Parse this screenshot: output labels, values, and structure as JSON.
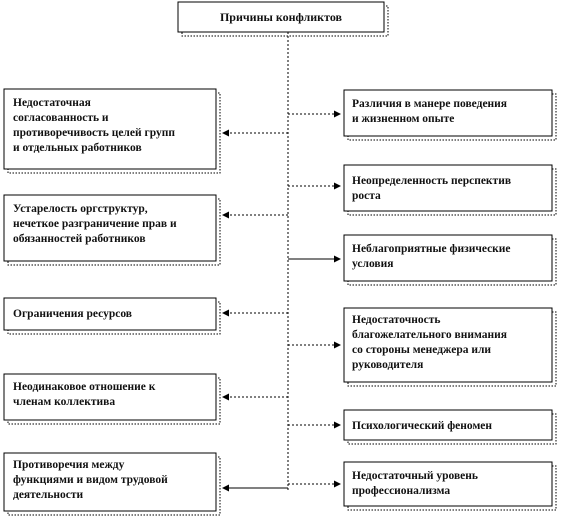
{
  "diagram": {
    "title": "Причины конфликтов",
    "left_nodes": [
      {
        "id": "l1",
        "lines": [
          "Недостаточная",
          "согласованность и",
          "противоречивость целей групп",
          "и отдельных работников"
        ]
      },
      {
        "id": "l2",
        "lines": [
          "Устарелость оргструктур,",
          "нечеткое разграничение прав и",
          "обязанностей работников"
        ]
      },
      {
        "id": "l3",
        "lines": [
          "Ограничения ресурсов"
        ]
      },
      {
        "id": "l4",
        "lines": [
          "Неодинаковое отношение к",
          "членам коллектива"
        ]
      },
      {
        "id": "l5",
        "lines": [
          "Противоречия между",
          "функциями и видом трудовой",
          "деятельности"
        ]
      }
    ],
    "right_nodes": [
      {
        "id": "r1",
        "lines": [
          "Различия в манере поведения",
          "и жизненном опыте"
        ]
      },
      {
        "id": "r2",
        "lines": [
          "Неопределенность перспектив",
          "роста"
        ]
      },
      {
        "id": "r3",
        "lines": [
          "Неблагоприятные физические",
          "условия"
        ]
      },
      {
        "id": "r4",
        "lines": [
          "Недостаточность",
          "благожелательного внимания",
          "со стороны менеджера или",
          "руководителя"
        ]
      },
      {
        "id": "r5",
        "lines": [
          "Психологический феномен"
        ]
      },
      {
        "id": "r6",
        "lines": [
          "Недостаточный уровень",
          "профессионализма"
        ]
      }
    ]
  }
}
